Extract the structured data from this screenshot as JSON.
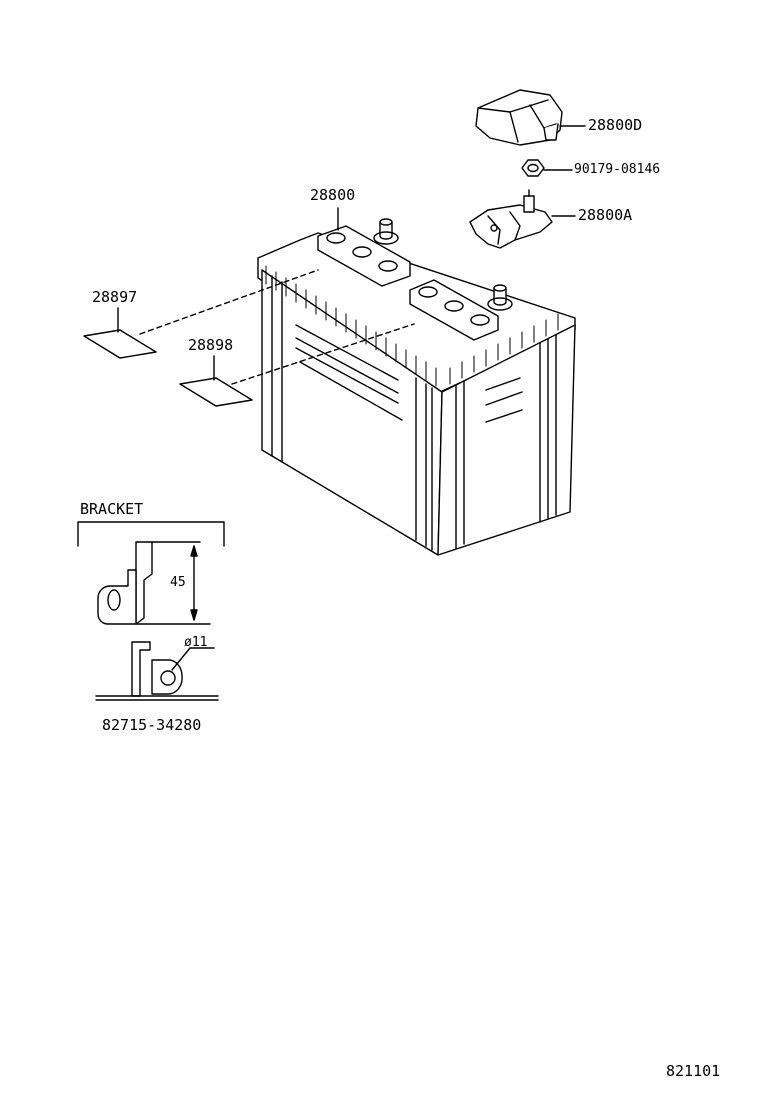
{
  "parts": {
    "cover": "28800D",
    "nut": "90179-08146",
    "clamp": "28800A",
    "battery": "28800",
    "label_1": "28897",
    "label_2": "28898"
  },
  "bracket": {
    "title": "BRACKET",
    "dimension_height": "45",
    "dimension_hole": "ø11",
    "part_number": "82715-34280"
  },
  "illustration_code": "821101"
}
